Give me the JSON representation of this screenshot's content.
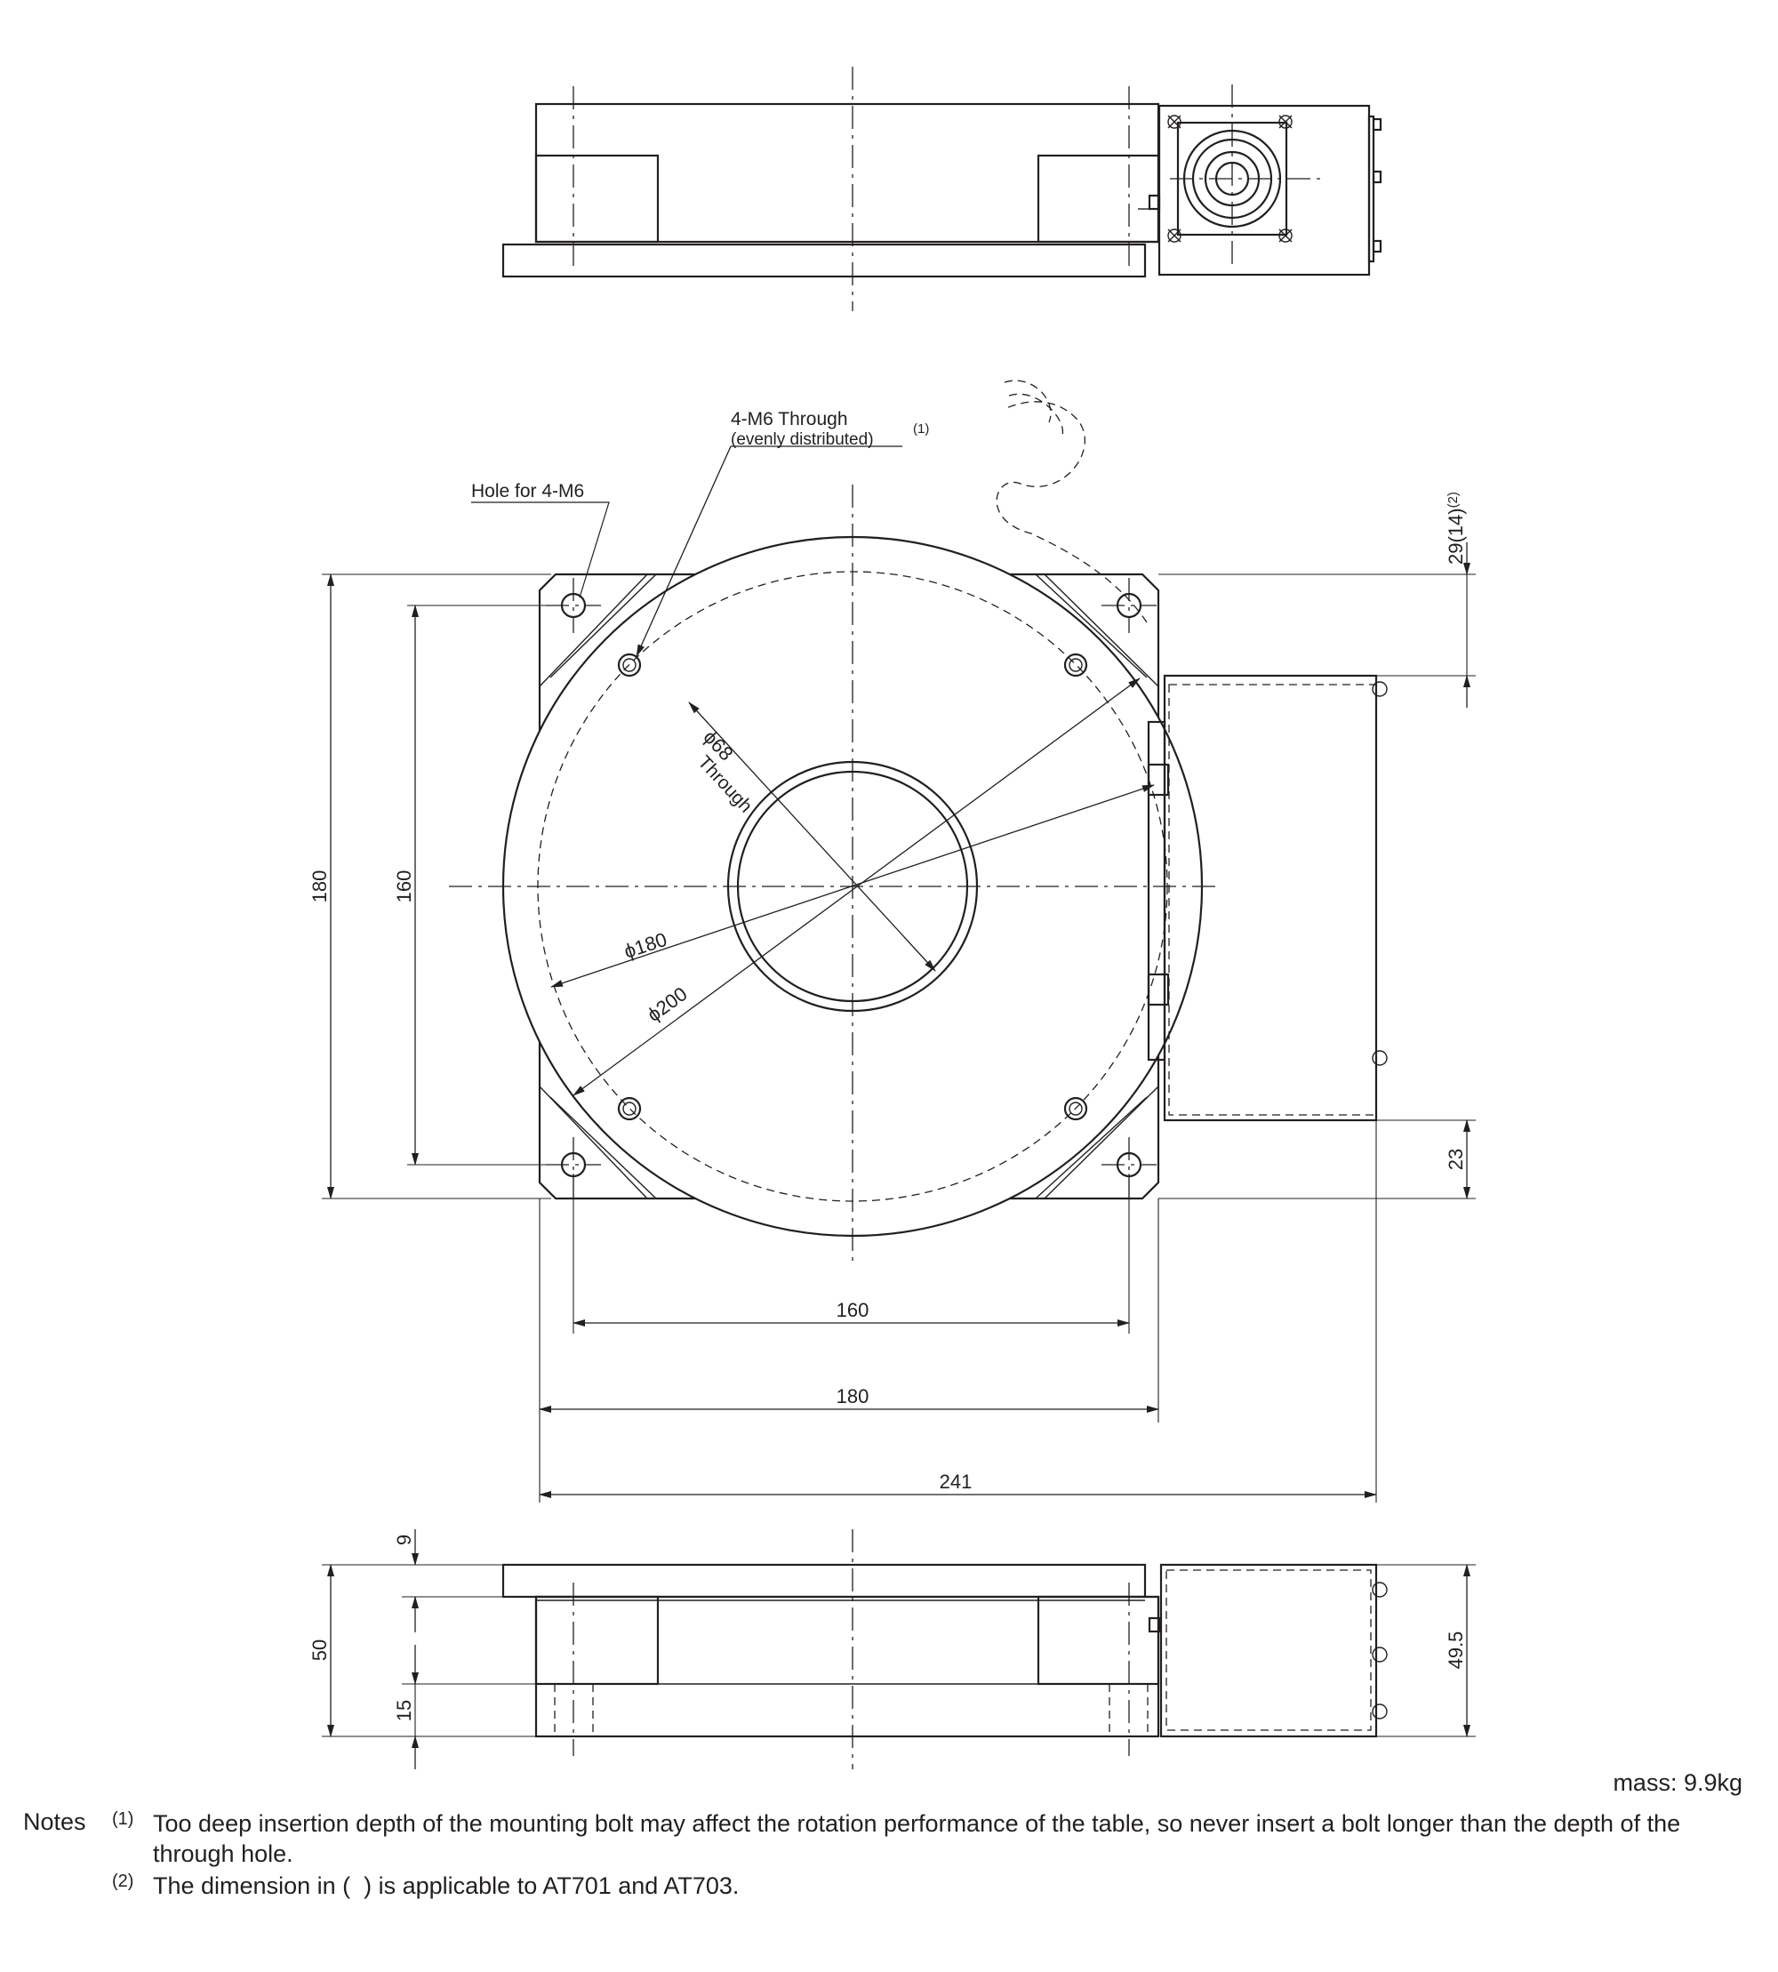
{
  "labels": {
    "hole_for_m6": "Hole for 4-M6",
    "m6_through": "4-M6 Through",
    "evenly_distributed": "(evenly distributed)",
    "note1_mark": "(1)",
    "phi68": "ϕ68",
    "through": "Through",
    "phi180": "ϕ180",
    "phi200": "ϕ200"
  },
  "dimensions": {
    "plan_height_outer": "180",
    "plan_height_inner": "160",
    "bottom_160": "160",
    "bottom_180": "180",
    "bottom_241": "241",
    "right_top": "29(14)",
    "right_top_note": "(2)",
    "right_23": "23",
    "side_9": "9",
    "side_50": "50",
    "side_15": "15",
    "side_49_5": "49.5"
  },
  "mass": "mass: 9.9kg",
  "notes": {
    "heading": "Notes",
    "items": [
      {
        "mark": "(1)",
        "text": "Too deep insertion depth of the mounting bolt may affect the rotation performance of the table, so never insert a bolt longer than the depth of the through hole."
      },
      {
        "mark": "(2)",
        "text": "The dimension in (  ) is applicable to AT701 and AT703."
      }
    ]
  }
}
